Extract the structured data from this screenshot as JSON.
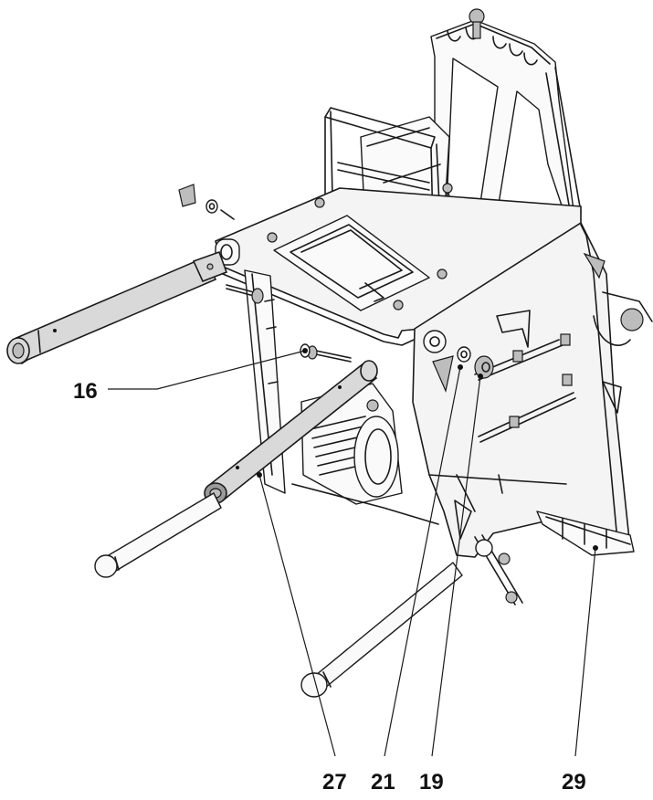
{
  "callouts": {
    "c16": "16",
    "c27": "27",
    "c21": "21",
    "c19": "19",
    "c29": "29"
  },
  "colors": {
    "line": "#1a1a1a",
    "part_fill": "#f4f4f4",
    "tube_fill": "#d9d9d9",
    "shadow": "#9a9a9a"
  }
}
